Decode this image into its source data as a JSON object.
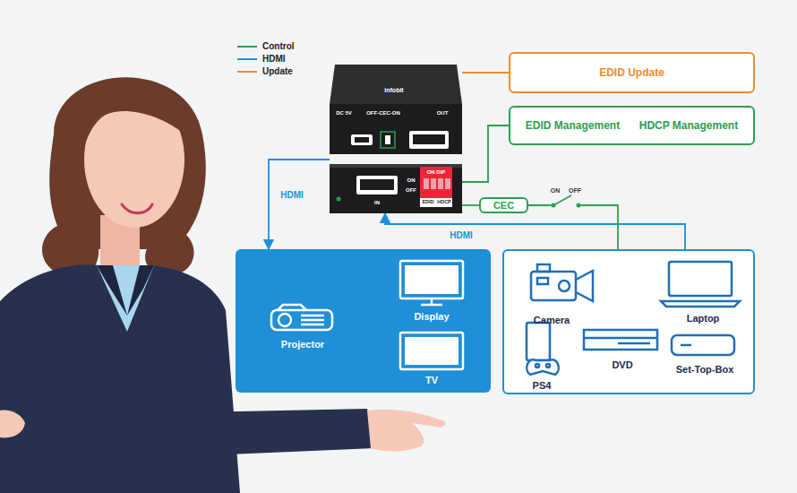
{
  "diagram": {
    "nodes": [
      {
        "text": [
          "infobit",
          "DC 5V",
          "OFF-CEC-ON",
          "OUT",
          "ON DIP",
          "ON",
          "OFF",
          "EDID",
          "HDCP",
          "IN"
        ]
      },
      {
        "text": [
          "EDID Update"
        ]
      },
      {
        "text": [
          "EDID Management",
          "HDCP Management"
        ]
      },
      {
        "text": [
          "CEC"
        ]
      },
      {
        "text": [
          "Projector",
          "Display",
          "TV"
        ]
      },
      {
        "text": [
          "Camera",
          "Laptop",
          "PS4",
          "DVD",
          "Set-Top-Box"
        ]
      }
    ],
    "edges": [
      {
        "from": 5,
        "to": 0,
        "arrow": "to",
        "label": "HDMI"
      },
      {
        "from": 0,
        "to": 4,
        "arrow": "to",
        "label": "HDMI"
      },
      {
        "from": 1,
        "to": 0,
        "arrow": "none"
      },
      {
        "from": 2,
        "to": 0,
        "arrow": "none"
      },
      {
        "from": 0,
        "to": 3,
        "arrow": "none"
      },
      {
        "from": 3,
        "to": 5,
        "arrow": "none"
      }
    ],
    "labels": [
      "ON",
      "OFF"
    ],
    "legend": [
      {
        "text": "Control"
      },
      {
        "text": "HDMI"
      },
      {
        "text": "Update"
      }
    ]
  }
}
